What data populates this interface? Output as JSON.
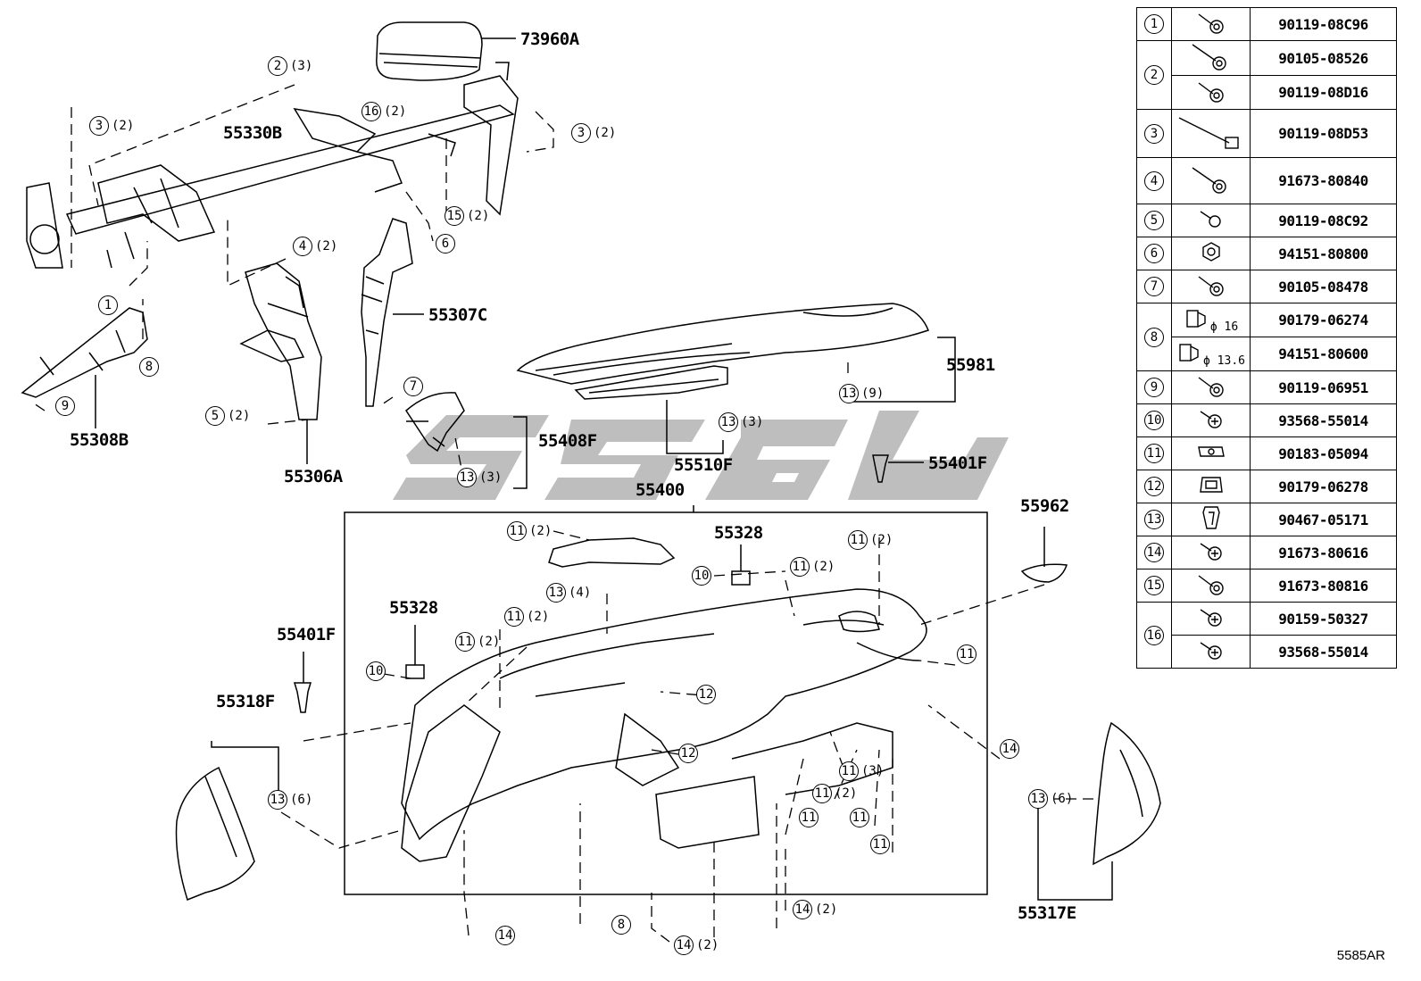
{
  "diagram": {
    "figure_id": "5585AR",
    "part_labels": [
      {
        "id": "73960A",
        "text": "73960A"
      },
      {
        "id": "55330B",
        "text": "55330B"
      },
      {
        "id": "55307C",
        "text": "55307C"
      },
      {
        "id": "55308B",
        "text": "55308B"
      },
      {
        "id": "55306A",
        "text": "55306A"
      },
      {
        "id": "55408F",
        "text": "55408F"
      },
      {
        "id": "55510F",
        "text": "55510F"
      },
      {
        "id": "55981",
        "text": "55981"
      },
      {
        "id": "55401F_right",
        "text": "55401F"
      },
      {
        "id": "55400",
        "text": "55400"
      },
      {
        "id": "55962",
        "text": "55962"
      },
      {
        "id": "55328_top",
        "text": "55328"
      },
      {
        "id": "55328_left",
        "text": "55328"
      },
      {
        "id": "55401F_left",
        "text": "55401F"
      },
      {
        "id": "55318F",
        "text": "55318F"
      },
      {
        "id": "55317E",
        "text": "55317E"
      }
    ],
    "callouts": [
      {
        "num": "2",
        "qty": "(3)"
      },
      {
        "num": "3",
        "qty": "(2)"
      },
      {
        "num": "16",
        "qty": "(2)"
      },
      {
        "num": "3",
        "qty": "(2)"
      },
      {
        "num": "15",
        "qty": "(2)"
      },
      {
        "num": "6",
        "qty": ""
      },
      {
        "num": "4",
        "qty": "(2)"
      },
      {
        "num": "1",
        "qty": ""
      },
      {
        "num": "8",
        "qty": ""
      },
      {
        "num": "9",
        "qty": ""
      },
      {
        "num": "5",
        "qty": "(2)"
      },
      {
        "num": "7",
        "qty": ""
      },
      {
        "num": "13",
        "qty": "(3)"
      },
      {
        "num": "13",
        "qty": "(3)"
      },
      {
        "num": "13",
        "qty": "(9)"
      },
      {
        "num": "11",
        "qty": "(2)"
      },
      {
        "num": "13",
        "qty": "(4)"
      },
      {
        "num": "10",
        "qty": ""
      },
      {
        "num": "11",
        "qty": "(2)"
      },
      {
        "num": "11",
        "qty": "(2)"
      },
      {
        "num": "11",
        "qty": "(2)"
      },
      {
        "num": "11",
        "qty": "(2)"
      },
      {
        "num": "10",
        "qty": ""
      },
      {
        "num": "12",
        "qty": ""
      },
      {
        "num": "12",
        "qty": ""
      },
      {
        "num": "11",
        "qty": ""
      },
      {
        "num": "14",
        "qty": ""
      },
      {
        "num": "11",
        "qty": "(3)"
      },
      {
        "num": "11",
        "qty": "(2)"
      },
      {
        "num": "11",
        "qty": ""
      },
      {
        "num": "11",
        "qty": ""
      },
      {
        "num": "11",
        "qty": ""
      },
      {
        "num": "13",
        "qty": "(6)"
      },
      {
        "num": "13",
        "qty": "(6)"
      },
      {
        "num": "14",
        "qty": ""
      },
      {
        "num": "8",
        "qty": ""
      },
      {
        "num": "14",
        "qty": "(2)"
      },
      {
        "num": "14",
        "qty": "(2)"
      }
    ]
  },
  "parts_table": {
    "rows": [
      {
        "idx": "1",
        "icon": "flange-bolt-icon",
        "part": "90119-08C96"
      },
      {
        "idx": "2",
        "icon": "long-flange-bolt-icon",
        "part": "90105-08526"
      },
      {
        "idx": "",
        "icon": "flange-bolt-icon",
        "part": "90119-08D16"
      },
      {
        "idx": "3",
        "icon": "long-bolt-icon",
        "part": "90119-08D53"
      },
      {
        "idx": "4",
        "icon": "long-flange-bolt-icon",
        "part": "91673-80840"
      },
      {
        "idx": "5",
        "icon": "short-bolt-icon",
        "part": "90119-08C92"
      },
      {
        "idx": "6",
        "icon": "nut-icon",
        "part": "94151-80800"
      },
      {
        "idx": "7",
        "icon": "flange-bolt-icon",
        "part": "90105-08478"
      },
      {
        "idx": "8",
        "icon": "clip-nut-icon",
        "icon_text": "ϕ 16",
        "part": "90179-06274"
      },
      {
        "idx": "",
        "icon": "clip-nut-icon",
        "icon_text": "ϕ 13.6",
        "part": "94151-80600"
      },
      {
        "idx": "9",
        "icon": "flange-bolt-icon",
        "part": "90119-06951"
      },
      {
        "idx": "10",
        "icon": "screw-icon",
        "part": "93568-55014"
      },
      {
        "idx": "11",
        "icon": "u-nut-icon",
        "part": "90183-05094"
      },
      {
        "idx": "12",
        "icon": "square-nut-icon",
        "part": "90179-06278"
      },
      {
        "idx": "13",
        "icon": "clip-icon",
        "part": "90467-05171"
      },
      {
        "idx": "14",
        "icon": "screw-icon",
        "part": "91673-80616"
      },
      {
        "idx": "15",
        "icon": "flange-bolt-icon",
        "part": "91673-80816"
      },
      {
        "idx": "16",
        "icon": "screw-icon",
        "part": "90159-50327"
      },
      {
        "idx": "",
        "icon": "screw-icon",
        "part": "93568-55014"
      }
    ]
  }
}
